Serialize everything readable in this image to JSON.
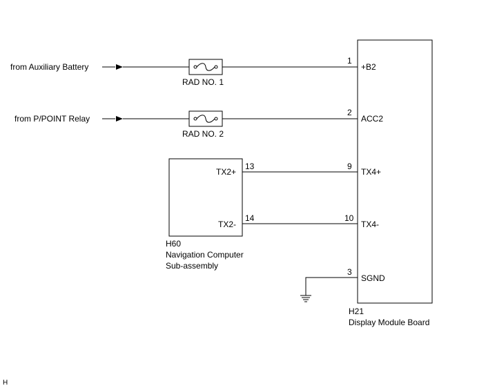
{
  "sources": [
    {
      "label": "from Auxiliary Battery"
    },
    {
      "label": "from P/POINT Relay"
    }
  ],
  "fuses": [
    {
      "label": "RAD NO. 1"
    },
    {
      "label": "RAD NO. 2"
    }
  ],
  "nav_computer": {
    "code": "H60",
    "name_line1": "Navigation Computer",
    "name_line2": "Sub-assembly",
    "pins": [
      {
        "number": "13",
        "signal": "TX2+"
      },
      {
        "number": "14",
        "signal": "TX2-"
      }
    ]
  },
  "display_board": {
    "code": "H21",
    "name": "Display Module Board",
    "pins": [
      {
        "number": "1",
        "signal": "+B2"
      },
      {
        "number": "2",
        "signal": "ACC2"
      },
      {
        "number": "9",
        "signal": "TX4+"
      },
      {
        "number": "10",
        "signal": "TX4-"
      },
      {
        "number": "3",
        "signal": "SGND"
      }
    ]
  },
  "corner_mark": "H"
}
